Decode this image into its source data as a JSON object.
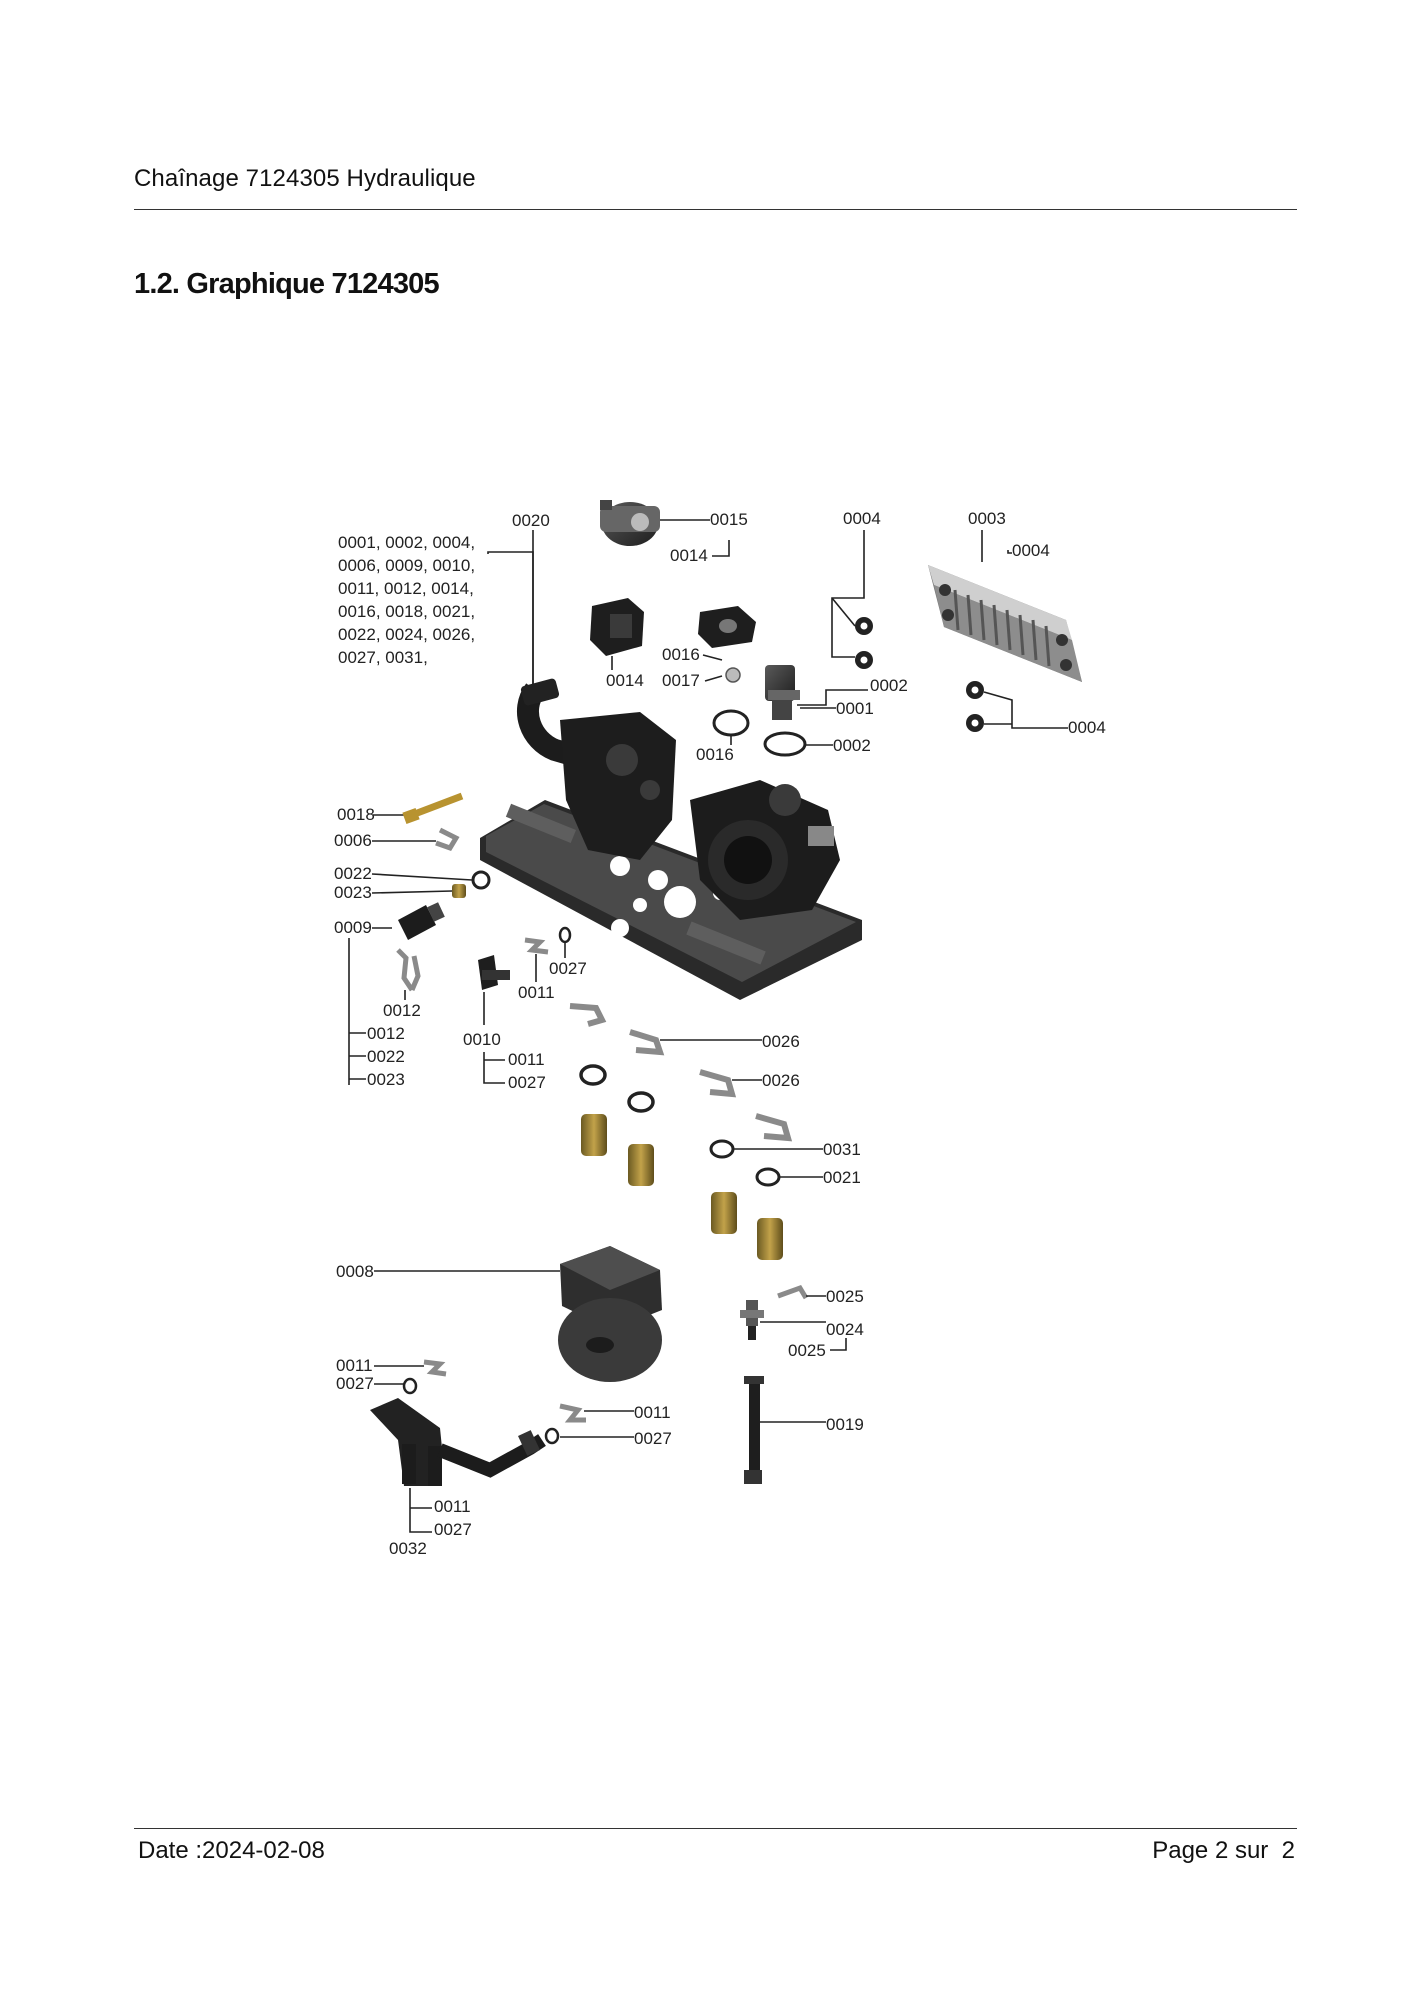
{
  "header": {
    "title": "Chaînage 7124305 Hydraulique"
  },
  "section": {
    "title": "1.2. Graphique 7124305"
  },
  "diagram": {
    "group_list": [
      "0001, 0002, 0004,",
      "0006, 0009, 0010,",
      "0011, 0012, 0014,",
      "0016, 0018, 0021,",
      "0022, 0024, 0026,",
      "0027, 0031,"
    ],
    "labels": {
      "l0020": "0020",
      "l0015": "0015",
      "l0014a": "0014",
      "l0004a": "0004",
      "l0003": "0003",
      "l0004b": "0004",
      "l0016a": "0016",
      "l0017": "0017",
      "l0014b": "0014",
      "l0002a": "0002",
      "l0001": "0001",
      "l0004c": "0004",
      "l0016b": "0016",
      "l0002b": "0002",
      "l0018": "0018",
      "l0006": "0006",
      "l0022": "0022",
      "l0023": "0023",
      "l0009": "0009",
      "l0027a": "0027",
      "l0011a": "0011",
      "l0012a": "0012",
      "l0010": "0010",
      "l0012b": "0012",
      "l0022b": "0022",
      "l0023b": "0023",
      "l0011b": "0011",
      "l0027b": "0027",
      "l0026a": "0026",
      "l0026b": "0026",
      "l0031": "0031",
      "l0021": "0021",
      "l0008": "0008",
      "l0025a": "0025",
      "l0024": "0024",
      "l0025b": "0025",
      "l0011c": "0011",
      "l0027c": "0027",
      "l0011d": "0011",
      "l0027d": "0027",
      "l0019": "0019",
      "l0011e": "0011",
      "l0027e": "0027",
      "l0032": "0032"
    }
  },
  "footer": {
    "date": "Date :2024-02-08",
    "page_label": "Page 2 sur",
    "page_total": "2"
  }
}
